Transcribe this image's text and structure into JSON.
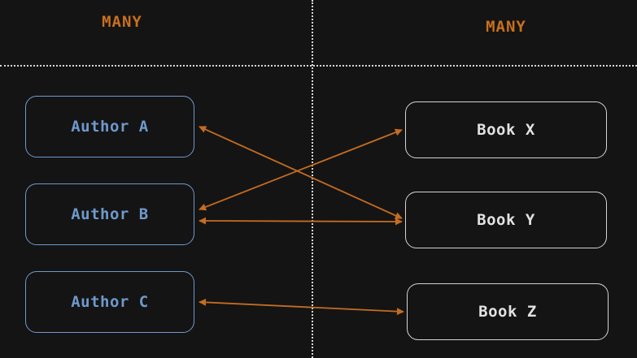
{
  "colors": {
    "background": "#141414",
    "heading": "#c8701d",
    "author_text": "#6f99cc",
    "author_border": "#6f99cc",
    "book_text": "#e2e2e2",
    "book_border": "#d4d4d4",
    "arrow": "#c46c22",
    "divider": "#d9d9d9"
  },
  "headings": {
    "left": "MANY",
    "right": "MANY"
  },
  "authors": [
    {
      "id": "author-a",
      "label": "Author A"
    },
    {
      "id": "author-b",
      "label": "Author B"
    },
    {
      "id": "author-c",
      "label": "Author C"
    }
  ],
  "books": [
    {
      "id": "book-x",
      "label": "Book X"
    },
    {
      "id": "book-y",
      "label": "Book Y"
    },
    {
      "id": "book-z",
      "label": "Book Z"
    }
  ],
  "links": [
    {
      "author": "Author A",
      "book": "Book Y",
      "direction": "both"
    },
    {
      "author": "Author B",
      "book": "Book X",
      "direction": "both"
    },
    {
      "author": "Author B",
      "book": "Book Y",
      "direction": "both"
    },
    {
      "author": "Author C",
      "book": "Book Z",
      "direction": "both"
    }
  ]
}
